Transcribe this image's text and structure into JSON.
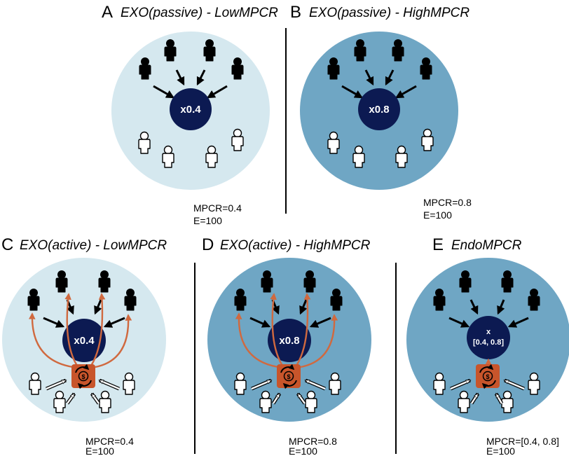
{
  "panels": [
    {
      "letter": "A",
      "title": "EXO(passive) - LowMPCR",
      "multiplier": "x0.4",
      "mpcr_text": "MPCR=0.4",
      "e_text": "E=100",
      "bg": "light",
      "active": false
    },
    {
      "letter": "B",
      "title": "EXO(passive) - HighMPCR",
      "multiplier": "x0.8",
      "mpcr_text": "MPCR=0.8",
      "e_text": "E=100",
      "bg": "dark",
      "active": false
    },
    {
      "letter": "C",
      "title": "EXO(active) - LowMPCR",
      "multiplier": "x0.4",
      "mpcr_text": "MPCR=0.4",
      "e_text": "E=100",
      "bg": "light",
      "active": true,
      "curved": true
    },
    {
      "letter": "D",
      "title": "EXO(active) - HighMPCR",
      "multiplier": "x0.8",
      "mpcr_text": "MPCR=0.8",
      "e_text": "E=100",
      "bg": "dark",
      "active": true,
      "curved": true
    },
    {
      "letter": "E",
      "title": "EndoMPCR",
      "multiplier_line1": "x",
      "multiplier_line2": "[0.4, 0.8]",
      "mpcr_text": "MPCR=[0.4, 0.8]",
      "e_text": "E=100",
      "bg": "dark",
      "active": true,
      "curved": false
    }
  ],
  "colors": {
    "light_circle": "#d5e8ef",
    "dark_circle": "#6fa6c4",
    "pool": "#0c1a52",
    "institution": "#c8552b",
    "curved_arrow": "#d0693f",
    "contributor": "#000000",
    "noncontributor": "#ffffff"
  },
  "icons": {
    "contributor": "black-person-icon",
    "noncontributor": "white-person-icon",
    "institution": "money-cycle-icon"
  }
}
